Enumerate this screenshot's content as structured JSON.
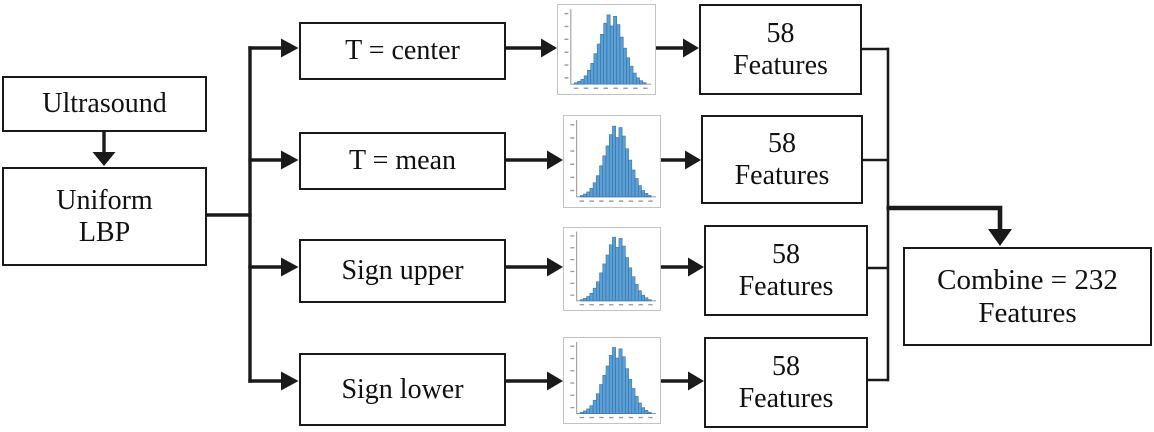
{
  "figure": {
    "nodes": {
      "input": "Ultrasound",
      "extractor": [
        "Uniform",
        "LBP"
      ],
      "branches": [
        "T = center",
        "T = mean",
        "Sign upper",
        "Sign lower"
      ],
      "feature_box": [
        "58",
        "Features"
      ],
      "combine_box": [
        "Combine = 232",
        "Features"
      ]
    }
  },
  "colors": {
    "line": "#1a1a1a",
    "box_background": "#ffffff",
    "hist_bar_fill": "#5C9FD4",
    "hist_bar_edge": "#2E6DA4",
    "hist_frame_border": "#c2c2c2",
    "hist_axis": "#777777",
    "hist_tick": "#999999"
  },
  "chart_data": {
    "type": "bar",
    "title": "",
    "xlabel": "",
    "ylabel": "",
    "instances": 4,
    "values": [
      2,
      4,
      7,
      12,
      20,
      30,
      44,
      58,
      72,
      88,
      100,
      84,
      98,
      86,
      68,
      52,
      38,
      26,
      16,
      9,
      5,
      2
    ],
    "note": "Four small identical bell-shaped blue histograms, one per branch; axis tick labels too small to read"
  }
}
